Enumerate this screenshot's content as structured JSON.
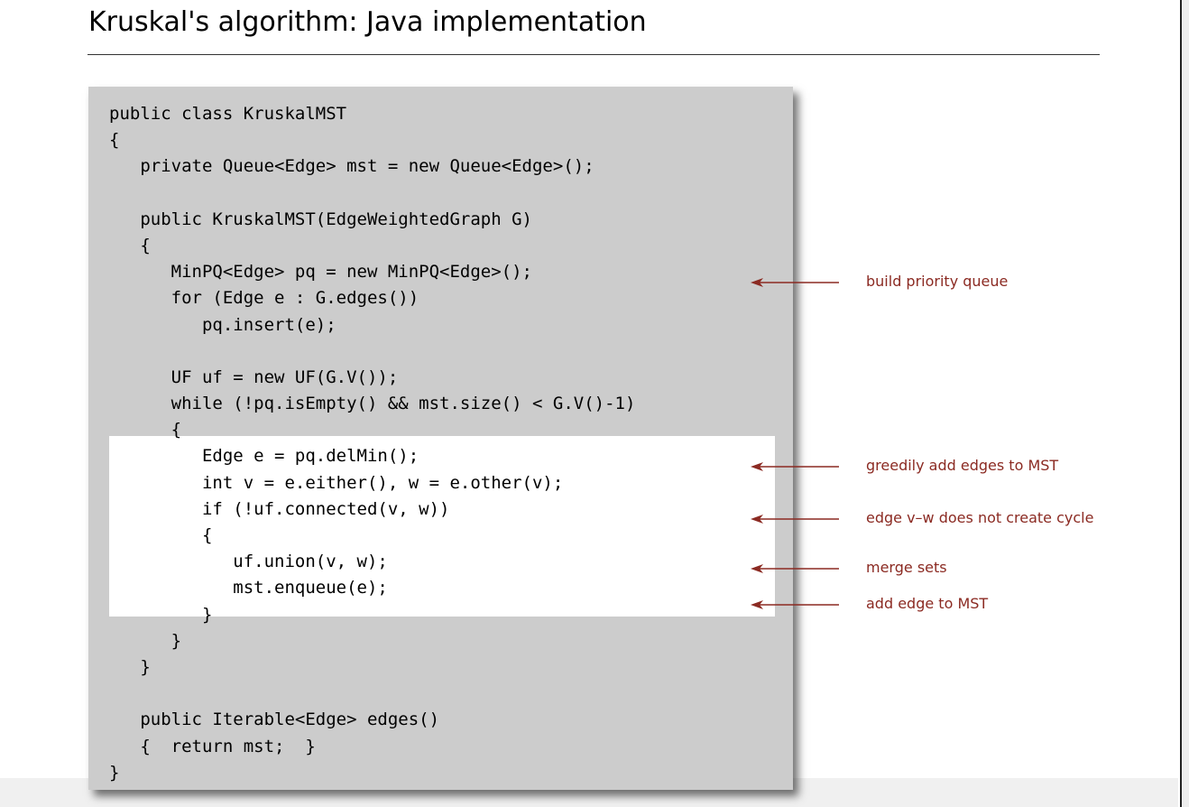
{
  "title": "Kruskal's algorithm:  Java implementation",
  "colors": {
    "annotation": "#8b2a22",
    "panel": "#cccccc",
    "highlight": "#ffffff"
  },
  "code": [
    "public class KruskalMST",
    "{",
    "   private Queue<Edge> mst = new Queue<Edge>();",
    "",
    "   public KruskalMST(EdgeWeightedGraph G)",
    "   {",
    "      MinPQ<Edge> pq = new MinPQ<Edge>();",
    "      for (Edge e : G.edges())",
    "         pq.insert(e);",
    "",
    "      UF uf = new UF(G.V());",
    "      while (!pq.isEmpty() && mst.size() < G.V()-1)",
    "      {",
    "         Edge e = pq.delMin();",
    "         int v = e.either(), w = e.other(v);",
    "         if (!uf.connected(v, w))",
    "         {",
    "            uf.union(v, w);",
    "            mst.enqueue(e);",
    "         }",
    "      }",
    "   }",
    "",
    "   public Iterable<Edge> edges()",
    "   {  return mst;  }",
    "}"
  ],
  "annotations": {
    "build_pq": "build priority queue",
    "greedy_add": "greedily add edges to MST",
    "no_cycle": "edge v–w does not create cycle",
    "merge_sets": "merge sets",
    "add_edge": "add edge to MST"
  }
}
